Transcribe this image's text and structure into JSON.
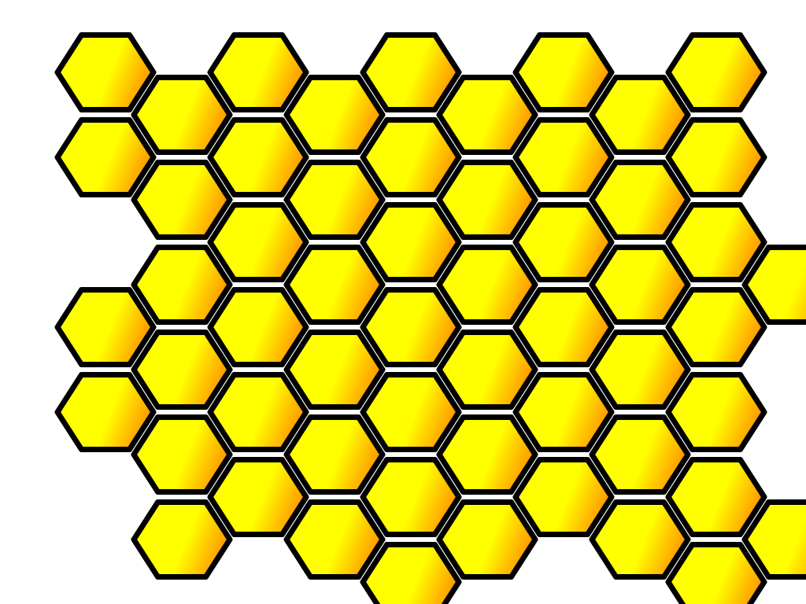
{
  "illustration": {
    "subject": "honeycomb",
    "shape": "hexagon",
    "colors": {
      "fill_center": "#ffff00",
      "fill_edge": "#ff8c00",
      "outline": "#000000",
      "background": "#ffffff"
    },
    "columns": [
      {
        "rows": [
          0,
          1,
          3,
          4
        ]
      },
      {
        "rows": [
          0,
          1,
          2,
          3,
          4,
          5
        ]
      },
      {
        "rows": [
          0,
          1,
          2,
          3,
          4,
          5
        ]
      },
      {
        "rows": [
          0,
          1,
          2,
          3,
          4,
          5
        ]
      },
      {
        "rows": [
          0,
          1,
          2,
          3,
          4,
          5,
          6
        ]
      },
      {
        "rows": [
          0,
          1,
          2,
          3,
          4,
          5
        ]
      },
      {
        "rows": [
          0,
          1,
          2,
          3,
          4,
          5
        ]
      },
      {
        "rows": [
          0,
          1,
          2,
          3,
          4,
          5
        ]
      },
      {
        "rows": [
          0,
          1,
          2,
          3,
          4,
          5,
          6
        ]
      },
      {
        "rows": [
          2,
          5
        ]
      }
    ]
  }
}
